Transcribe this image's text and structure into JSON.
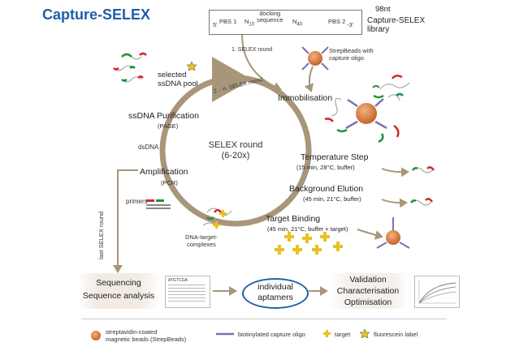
{
  "title": "Capture-SELEX",
  "library": {
    "length": "98nt",
    "label_line1": "Capture-SELEX",
    "label_line2": "library",
    "five_prime": "5'",
    "three_prime": "-3'",
    "pbs1": "PBS 1",
    "pbs2": "PBS 2",
    "n10": "N",
    "n10_sub": "10",
    "n40": "N",
    "n40_sub": "40",
    "docking_line1": "docking",
    "docking_line2": "sequence"
  },
  "labels": {
    "selex_round_1": "1. SELEX round",
    "selex_round_n": "2. - n. SELEX round",
    "strepbeads_line1": "StrepBeads with",
    "strepbeads_line2": "capture oligo",
    "selected_line1": "selected",
    "selected_line2": "ssDNA pool",
    "dsdna": "dsDNA",
    "primers": "primers",
    "dna_target_line1": "DNA-target-",
    "dna_target_line2": "complexes",
    "last_round": "last SELEX round"
  },
  "center": {
    "line1": "SELEX round",
    "line2": "(6-20x)"
  },
  "steps": {
    "immobilisation": "Immobilisation",
    "temperature": "Temperature Step",
    "temperature_cond": "(15 min, 28°C, buffer)",
    "background": "Background Elution",
    "background_cond": "(45 min, 21°C, buffer)",
    "target": "Target Binding",
    "target_cond": "(45 min, 21°C, buffer + target)",
    "purification": "ssDNA Purification",
    "purification_cond": "(PAGE)",
    "amplification": "Amplification",
    "amplification_cond": "(PCR)"
  },
  "bottom": {
    "seq_line1": "Sequencing",
    "seq_line2": "Sequence analysis",
    "aptamers_line1": "individual",
    "aptamers_line2": "aptamers",
    "val_line1": "Validation",
    "val_line2": "Characterisation",
    "val_line3": "Optimisation",
    "seq_doc_text": "ATGTCGA"
  },
  "legend": {
    "beads_line1": "streptavidin-coated",
    "beads_line2": "magnetic beads (StrepBeads)",
    "oligo": "biotinylated capture oligo",
    "target": "target",
    "fluorescein": "fluorescein label"
  },
  "colors": {
    "title_blue": "#1f5fa8",
    "arrow_brown": "#a8967a",
    "bead_orange": "#d9834a",
    "target_yellow": "#e8c21e",
    "strand_red": "#d6262a",
    "strand_green": "#2a8c3e",
    "oligo_purple": "#7a73b0"
  }
}
